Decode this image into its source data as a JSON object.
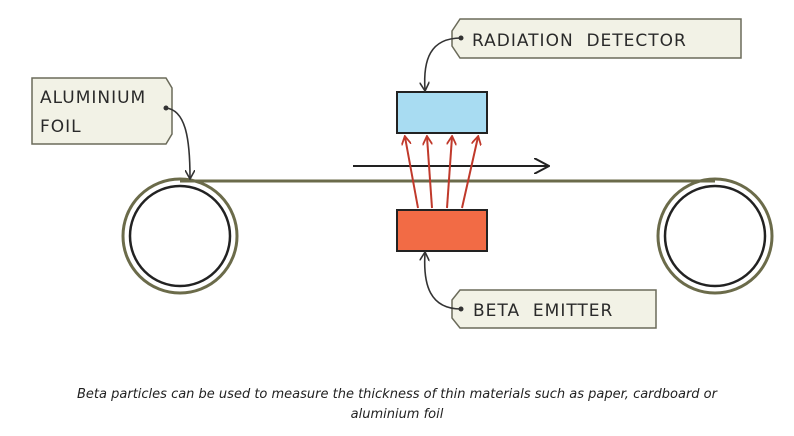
{
  "labels": {
    "radiation_detector": "RADIATION  DETECTOR",
    "aluminium_foil_line1": "ALUMINIUM",
    "aluminium_foil_line2": "FOIL",
    "beta_emitter": "BETA  EMITTER"
  },
  "caption": {
    "line1": "Beta particles can be used to measure the thickness of thin materials such as paper, cardboard or",
    "line2": "aluminium foil"
  },
  "colors": {
    "detector_fill": "#a8dcf2",
    "emitter_fill": "#f26b45",
    "radiation_arrows": "#c0392b",
    "foil_line": "#6b6b4a",
    "tag_fill": "#f2f2e6",
    "tag_stroke": "#6b6b5a"
  },
  "radiation_arrow_count": 4
}
